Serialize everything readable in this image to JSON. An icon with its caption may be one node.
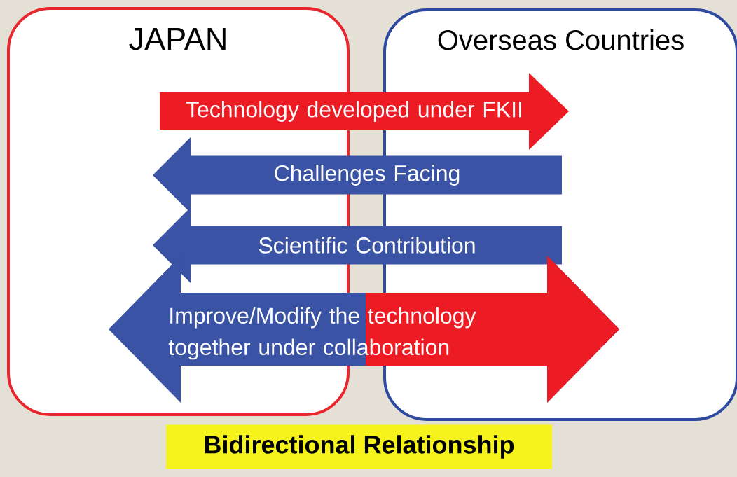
{
  "diagram": {
    "caption": "Bidirectional Relationship",
    "nodes": [
      {
        "text": [
          "JAPAN"
        ]
      },
      {
        "text": [
          "Overseas Countries"
        ]
      }
    ],
    "edges": [
      {
        "from": 0,
        "to": 1,
        "arrow": "to",
        "label": "Technology developed under FKII",
        "color": "#ed1c24"
      },
      {
        "from": 1,
        "to": 0,
        "arrow": "to",
        "label": "Challenges Facing",
        "color": "#3a53a4"
      },
      {
        "from": 1,
        "to": 0,
        "arrow": "to",
        "label": "Scientific Contribution",
        "color": "#3a53a4"
      },
      {
        "from": 0,
        "to": 1,
        "arrow": "both",
        "label": "Improve/Modify the technology together under collaboration"
      }
    ]
  }
}
